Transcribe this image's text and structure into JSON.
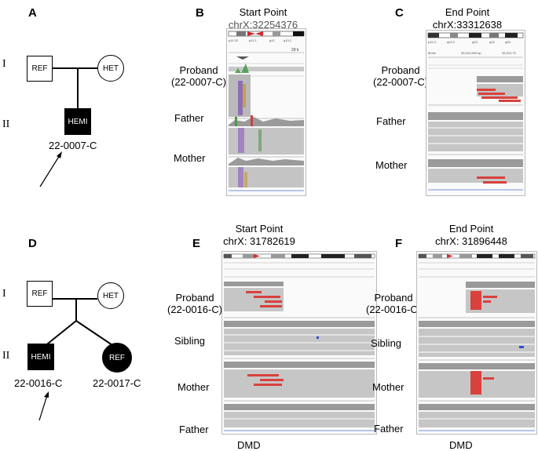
{
  "panels": {
    "A": {
      "letter": "A",
      "gen_I": "I",
      "gen_II": "II",
      "father_label": "REF",
      "mother_label": "HET",
      "proband_label": "HEMI",
      "proband_id": "22-0007-C"
    },
    "B": {
      "letter": "B",
      "title_line1": "Start Point",
      "title_line2": "chrX:32254376",
      "ideogram_bands": [
        "p11.22",
        "p11.1",
        "q12",
        "q13.2"
      ],
      "scale_label": "29 k",
      "rows": [
        "Proband\n(22-0007-C)",
        "Father",
        "Mother"
      ]
    },
    "C": {
      "letter": "C",
      "title_line1": "End Point",
      "title_line2": "chrX:33312638",
      "ideogram_bands": [
        "p11.3",
        "q22.2",
        "q23",
        "q24",
        "q25"
      ],
      "ruler_left": "60 kb",
      "ruler_mid": "33,312,600 bp",
      "ruler_right": "33,312,72",
      "rows": [
        "Proband\n(22-0007-C)",
        "Father",
        "Mother"
      ]
    },
    "D": {
      "letter": "D",
      "gen_I": "I",
      "gen_II": "II",
      "father_label": "REF",
      "mother_label": "HET",
      "proband_label": "HEMI",
      "sibling_label": "REF",
      "proband_id": "22-0016-C",
      "sibling_id": "22-0017-C"
    },
    "E": {
      "letter": "E",
      "title_line1": "Start Point",
      "title_line2": "chrX: 31782619",
      "rows": [
        "Proband\n(22-0016-C)",
        "Sibling",
        "Mother",
        "Father"
      ],
      "gene": "DMD"
    },
    "F": {
      "letter": "F",
      "title_line1": "End Point",
      "title_line2": "chrX: 31896448",
      "rows": [
        "Proband\n(22-0016-C)",
        "Sibling",
        "Mother",
        "Father"
      ],
      "gene": "DMD"
    }
  },
  "colors": {
    "read_gray": "#b9b9b9",
    "coverage_gray": "#9a9a9a",
    "split_red": "#d9413c",
    "ideogram_red": "#d22a2a"
  }
}
